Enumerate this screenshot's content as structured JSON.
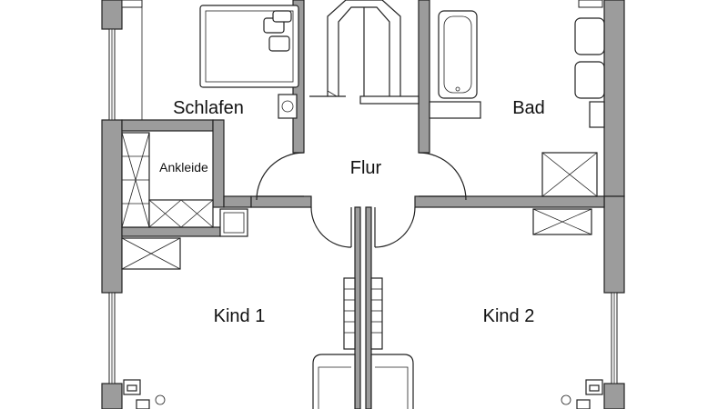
{
  "rooms": {
    "schlafen": "Schlafen",
    "bad": "Bad",
    "ankleide": "Ankleide",
    "flur": "Flur",
    "kind1": "Kind 1",
    "kind2": "Kind 2"
  },
  "colors": {
    "wall_fill": "#9c9c9c",
    "line": "#222222",
    "background": "#ffffff"
  }
}
